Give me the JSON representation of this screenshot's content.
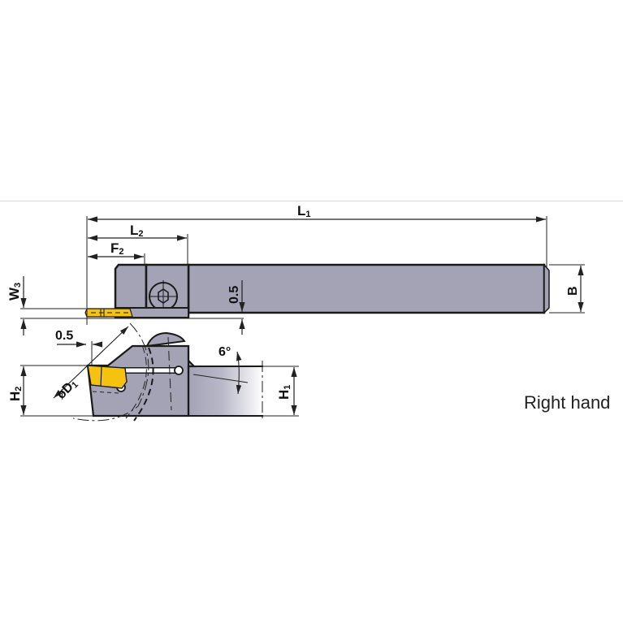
{
  "drawing": {
    "title": "Grooving tool holder dimension drawing",
    "labels": {
      "L1": {
        "main": "L",
        "sub": "1"
      },
      "L2": {
        "main": "L",
        "sub": "2"
      },
      "F2": {
        "main": "F",
        "sub": "2"
      },
      "W3": {
        "main": "W",
        "sub": "3"
      },
      "B": "B",
      "H1": {
        "main": "H",
        "sub": "1"
      },
      "H2": {
        "main": "H",
        "sub": "2"
      },
      "D1": {
        "main": "øD",
        "sub": "1"
      },
      "offset_top": "0.5",
      "offset_side": "0.5",
      "angle": "6°"
    },
    "caption": "Right hand",
    "colors": {
      "body": "#a4a3b6",
      "body_dark": "#9a99ad",
      "insert": "#f5c20f",
      "outline": "#1a1a1a",
      "dim_line": "#222222",
      "border": "#d8d8d8"
    }
  }
}
